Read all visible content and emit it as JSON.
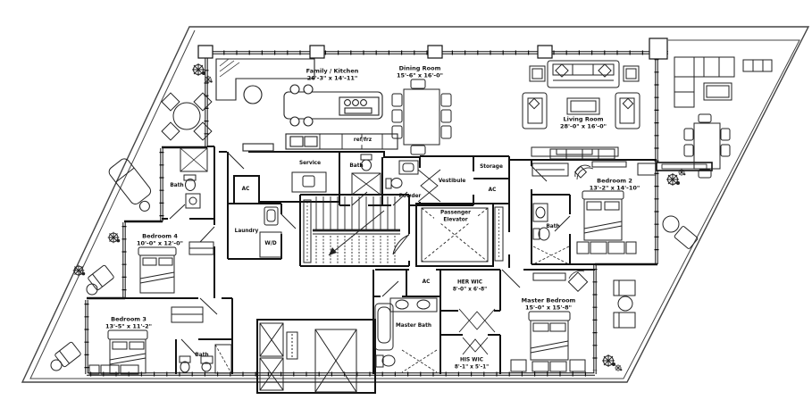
{
  "colors": {
    "line": "#1a1a1a",
    "background": "#ffffff"
  },
  "rooms": [
    {
      "name": "Family / Kitchen",
      "dims": "26'-3\" x 14'-11\""
    },
    {
      "name": "Dining Room",
      "dims": "15'-6\" x 16'-0\""
    },
    {
      "name": "Living Room",
      "dims": "28'-0\" x 16'-0\""
    },
    {
      "name": "Bedroom 2",
      "dims": "13'-2\" x 14'-10\""
    },
    {
      "name": "Bedroom 3",
      "dims": "13'-5\" x 11'-2\""
    },
    {
      "name": "Bedroom 4",
      "dims": "10'-0\" x 12'-0\""
    },
    {
      "name": "Master Bedroom",
      "dims": "15'-0\" x 15'-8\""
    },
    {
      "name": "HER WIC",
      "dims": "8'-0\" x 6'-8\""
    },
    {
      "name": "HIS WIC",
      "dims": "8'-1\" x 5'-1\""
    },
    {
      "name": "Master Bath"
    },
    {
      "name": "Vestibule"
    },
    {
      "name": "Passenger Elevator"
    },
    {
      "name": "Storage"
    },
    {
      "name": "Service"
    },
    {
      "name": "Laundry"
    },
    {
      "name": "Powder"
    },
    {
      "name": "W/D"
    },
    {
      "name": "ref/frz"
    },
    {
      "name": "Bath"
    },
    {
      "name": "Bath"
    },
    {
      "name": "Bath"
    },
    {
      "name": "Bath"
    },
    {
      "name": "AC"
    },
    {
      "name": "AC"
    },
    {
      "name": "AC"
    }
  ]
}
